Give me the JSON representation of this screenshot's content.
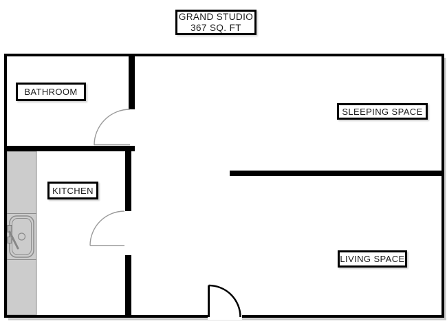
{
  "title_box": {
    "line1": "GRAND STUDIO",
    "line2": "367 SQ. FT"
  },
  "rooms": [
    {
      "id": "bathroom",
      "name": "BATHROOM"
    },
    {
      "id": "kitchen",
      "name": "KITCHEN"
    },
    {
      "id": "sleeping",
      "name": "SLEEPING SPACE"
    },
    {
      "id": "living",
      "name": "LIVING SPACE"
    }
  ],
  "fixtures": [
    "kitchen-sink",
    "kitchen-counter",
    "bathroom-door",
    "kitchen-door",
    "entry-door"
  ],
  "colors": {
    "wall": "#000000",
    "door_swing": "#9a9a9a",
    "counter_fill": "#cccccc",
    "counter_stroke": "#8c8c8c",
    "shadow": "#c6c6c6",
    "background": "#ffffff"
  }
}
